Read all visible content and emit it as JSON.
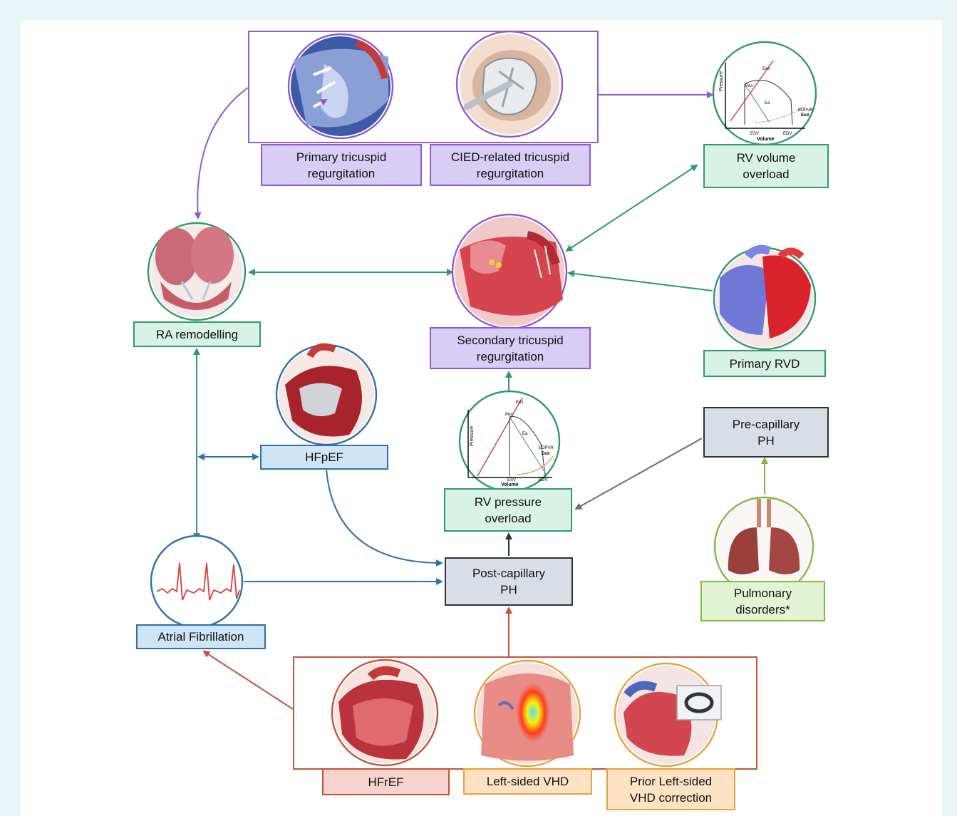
{
  "nodes": {
    "primary_tr": "Primary tricuspid\nregurgitation",
    "cied_tr": "CIED-related tricuspid\nregurgitation",
    "rv_volume": "RV volume\noverload",
    "ra_remodelling": "RA remodelling",
    "secondary_tr": "Secondary tricuspid\nregurgitation",
    "primary_rvd": "Primary RVD",
    "hfpef": "HFpEF",
    "pre_capillary": "Pre-capillary\nPH",
    "rv_pressure": "RV pressure\noverload",
    "post_capillary": "Post-capillary\nPH",
    "pulmonary": "Pulmonary\ndisorders*",
    "atrial_fib": "Atrial Fibrillation",
    "hfref": "HFrEF",
    "left_vhd": "Left-sided VHD",
    "prior_vhd": "Prior Left-sided\nVHD correction"
  },
  "pv_loop_volume": {
    "y_label": "Pressure",
    "x_label": "Volume",
    "esv": "ESV",
    "edv": "EDV",
    "pes": "Pes",
    "ees": "Ees",
    "ea": "Ea",
    "edpvr": "EDPVR",
    "eed": "Eed"
  },
  "pv_loop_pressure": {
    "y_label": "Pressure",
    "x_label": "Volume",
    "esv": "ESV",
    "edv": "EDV",
    "pes": "Pes",
    "ees": "Ees",
    "ea": "Ea",
    "edpvr": "EDPVR",
    "eed": "Eed"
  },
  "colors": {
    "purple": "#8b5cd6",
    "green": "#2e9a6d",
    "blue": "#2f6fb0",
    "grey": "#6b6f75",
    "light_green": "#7cbc42",
    "red": "#c2543a",
    "orange": "#e9a03b"
  }
}
